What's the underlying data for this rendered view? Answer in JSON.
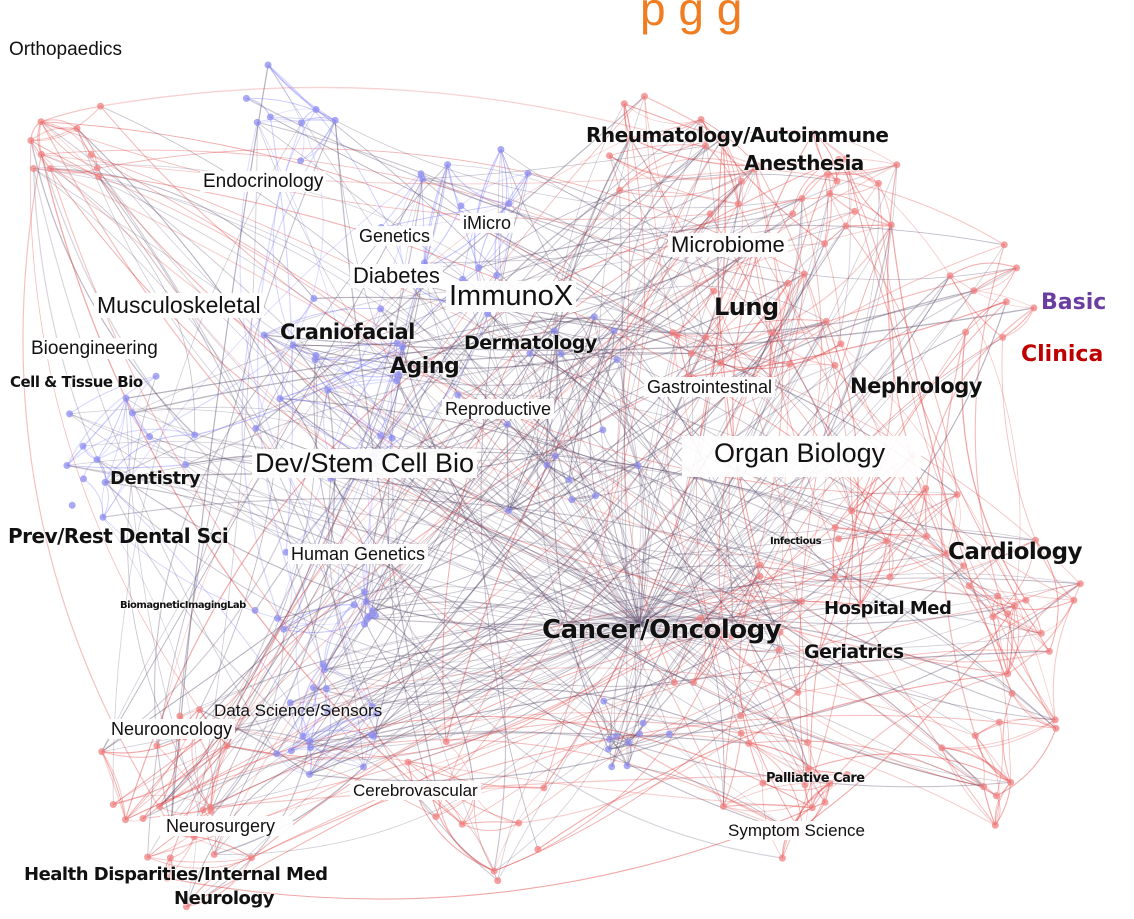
{
  "title_fragment": "p g       g",
  "legend": {
    "basic_label": "Basic",
    "clinical_label": "Clinica",
    "basic_color": "#6a3ea1",
    "clinical_color": "#c00000"
  },
  "colors": {
    "basic_edge": "#7c7cff",
    "clinical_edge": "#e03a3a",
    "mixed_edge": "#5a4a6a",
    "basic_node": "#8c8cf0",
    "clinical_node": "#f08080"
  },
  "labels": {
    "orthopaedics": "Orthopaedics",
    "endocrinology": "Endocrinology",
    "genetics": "Genetics",
    "imicro": "iMicro",
    "microbiome": "Microbiome",
    "diabetes": "Diabetes",
    "immunox": "ImmunoX",
    "musculoskeletal": "Musculoskeletal",
    "bioengineering": "Bioengineering",
    "craniofacial": "Craniofacial",
    "dermatology": "Dermatology",
    "aging": "Aging",
    "cell_tissue_bio": "Cell & Tissue Bio",
    "reproductive": "Reproductive",
    "gastrointestinal": "Gastrointestinal",
    "nephrology": "Nephrology",
    "lung": "Lung",
    "rheumatology": "Rheumatology/Autoimmune",
    "anesthesia": "Anesthesia",
    "dev_stem_cell": "Dev/Stem Cell Bio",
    "organ_biology": "Organ Biology",
    "dentistry": "Dentistry",
    "prev_rest_dental": "Prev/Rest Dental Sci",
    "human_genetics": "Human Genetics",
    "infectious": "Infectious",
    "cardiology": "Cardiology",
    "biomagnetic": "BiomagneticImagingLab",
    "cancer_oncology": "Cancer/Oncology",
    "hospital_med": "Hospital Med",
    "geriatrics": "Geriatrics",
    "data_science": "Data Science/Sensors",
    "neurooncology": "Neurooncology",
    "cerebrovascular": "Cerebrovascular",
    "palliative_care": "Palliative Care",
    "neurosurgery": "Neurosurgery",
    "symptom_science": "Symptom Science",
    "health_disparities": "Health Disparities/Internal Med",
    "neurology": "Neurology"
  }
}
